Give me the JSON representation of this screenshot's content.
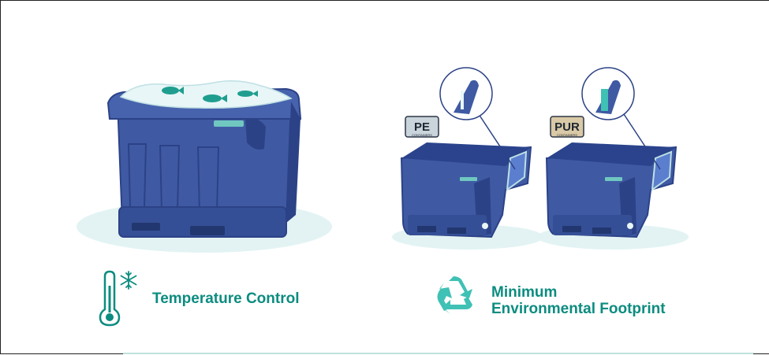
{
  "features": {
    "temperature": {
      "label": "Temperature Control"
    },
    "environment": {
      "line1": "Minimum",
      "line2": "Environmental Footprint"
    }
  },
  "badges": {
    "pe": {
      "main": "PE",
      "sub": "CONTAINERS"
    },
    "pur": {
      "main": "PUR",
      "sub": "CONTAINERS"
    }
  },
  "colors": {
    "container": "#3f5aa3",
    "container_dark": "#2c4287",
    "accent": "#0c8c80",
    "teal_icon": "#3fc1b5",
    "shadow": "#e3f3f3",
    "pe_badge": "#c9d4db",
    "pur_badge": "#d9c9a6"
  },
  "icons": [
    "thermometer-icon",
    "snowflake-icon",
    "recycle-icon"
  ]
}
